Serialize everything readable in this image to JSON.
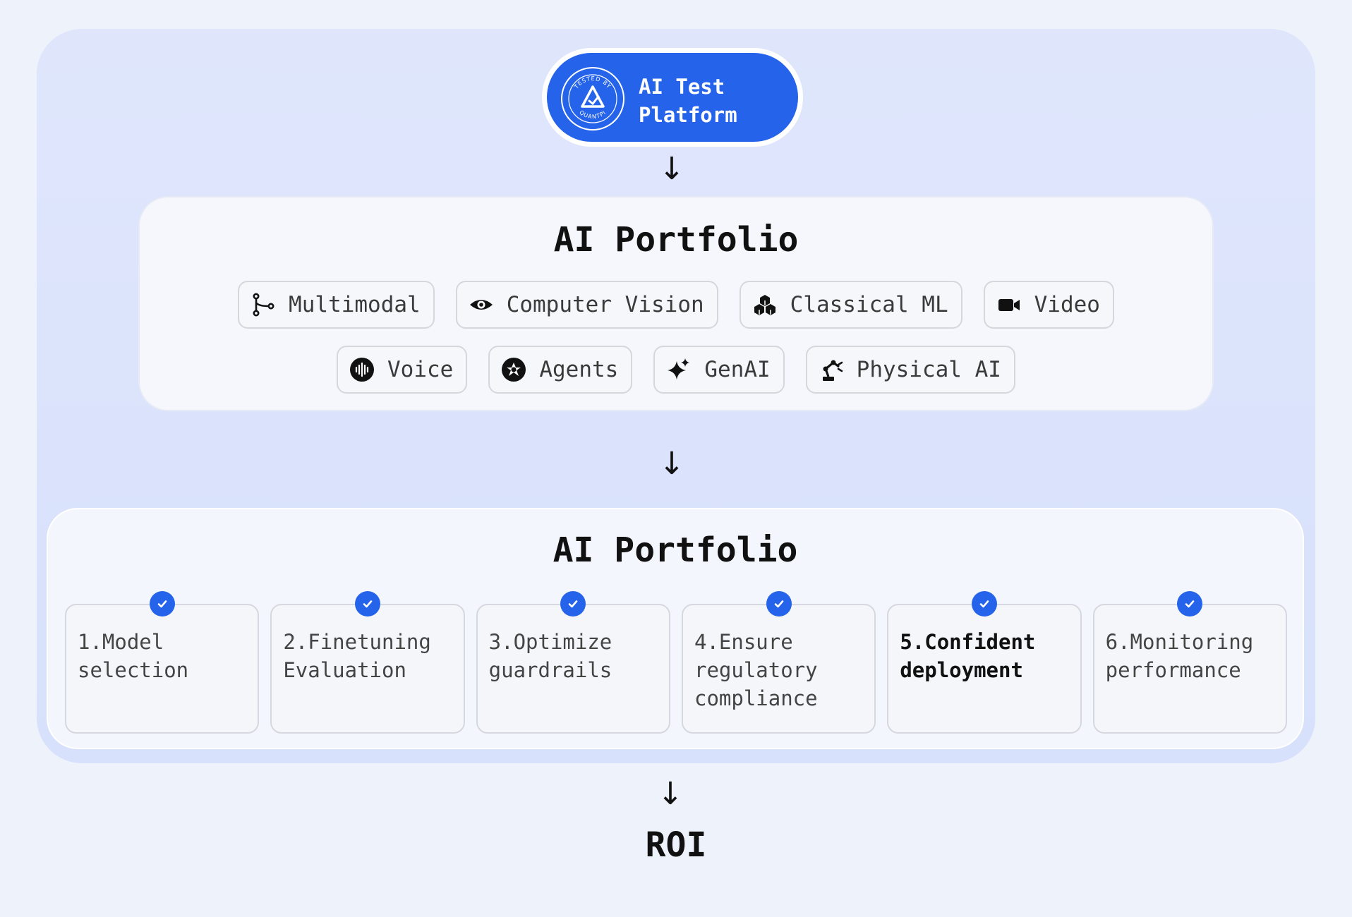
{
  "platform": {
    "label": "AI Test\nPlatform",
    "badge_text_top": "TESTED BY",
    "badge_text_bottom": "QUANTPI"
  },
  "arrows": [
    "↓",
    "↓",
    "↓"
  ],
  "portfolio": {
    "title": "AI Portfolio",
    "row1": [
      {
        "label": "Multimodal",
        "icon": "branch-icon"
      },
      {
        "label": "Computer Vision",
        "icon": "eye-icon"
      },
      {
        "label": "Classical ML",
        "icon": "cubes-icon"
      },
      {
        "label": "Video",
        "icon": "video-camera-icon"
      }
    ],
    "row2": [
      {
        "label": "Voice",
        "icon": "soundwave-icon"
      },
      {
        "label": "Agents",
        "icon": "agent-icon"
      },
      {
        "label": "GenAI",
        "icon": "sparkle-icon"
      },
      {
        "label": "Physical AI",
        "icon": "robot-arm-icon"
      }
    ]
  },
  "lifecycle": {
    "title": "AI Portfolio",
    "steps": [
      {
        "label": "1.Model\nselection",
        "active": false
      },
      {
        "label": "2.Finetuning\nEvaluation",
        "active": false
      },
      {
        "label": "3.Optimize\nguardrails",
        "active": false
      },
      {
        "label": "4.Ensure\nregulatory\ncompliance",
        "active": false
      },
      {
        "label": "5.Confident\ndeployment",
        "active": true
      },
      {
        "label": "6.Monitoring\nperformance",
        "active": false
      }
    ]
  },
  "result": {
    "label": "ROI"
  },
  "colors": {
    "accent": "#2563eb",
    "outer_bg": "#dbe3fb",
    "card_bg": "#f5f7fc"
  }
}
